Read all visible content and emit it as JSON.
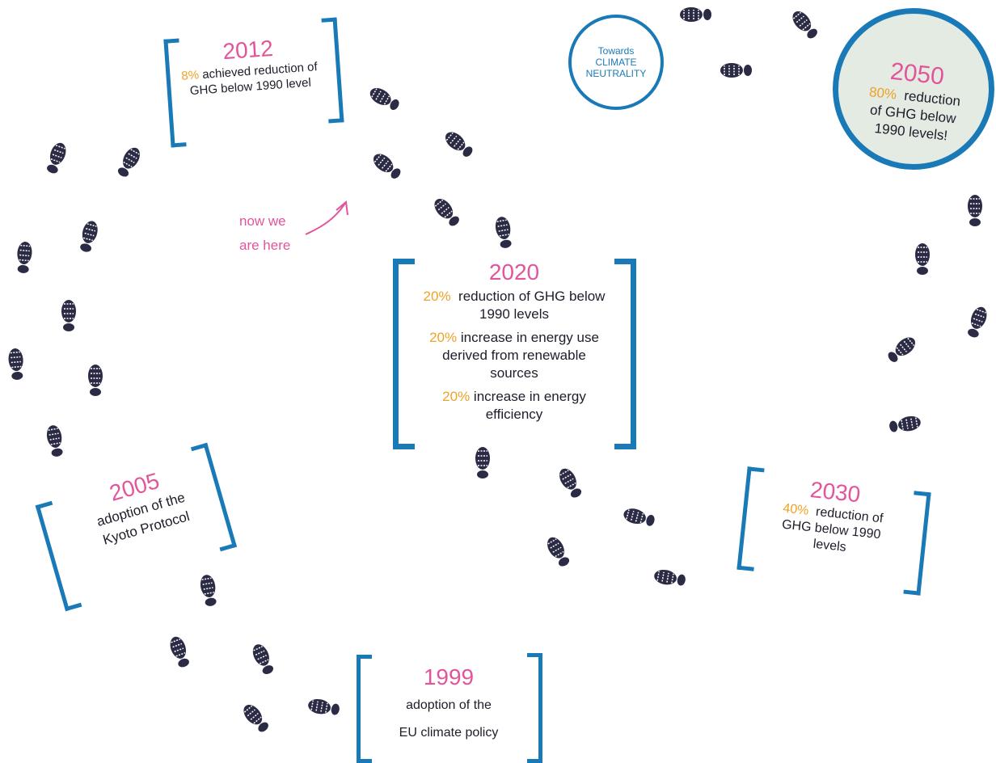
{
  "milestones": {
    "m1999": {
      "year": "1999",
      "line1": "adoption of the",
      "line2": "EU climate policy"
    },
    "m2005": {
      "year": "2005",
      "line1": "adoption of the",
      "line2": "Kyoto Protocol"
    },
    "m2012": {
      "year": "2012",
      "pct": "8%",
      "line1": "achieved reduction of",
      "line2": "GHG below 1990 level"
    },
    "m2020": {
      "year": "2020",
      "item1_pct": "20%",
      "item1_l1": "reduction of GHG below",
      "item1_l2": "1990 levels",
      "item2_pct": "20%",
      "item2_l1": "increase in energy use",
      "item2_l2": "derived from renewable",
      "item2_l3": "sources",
      "item3_pct": "20%",
      "item3_l1": "increase in energy",
      "item3_l2": "efficiency"
    },
    "m2030": {
      "year": "2030",
      "pct": "40%",
      "line1": "reduction of",
      "line2": "GHG below 1990",
      "line3": "levels"
    },
    "m2050": {
      "year": "2050",
      "pct": "80%",
      "line1": "reduction",
      "line2": "of GHG below",
      "line3": "1990 levels!"
    }
  },
  "annotations": {
    "now_line1": "now we",
    "now_line2": "are here"
  },
  "neutrality": {
    "line1": "Towards",
    "line2": "CLIMATE",
    "line3": "NEUTRALITY"
  },
  "colors": {
    "year": "#e2559a",
    "percent": "#eea226",
    "bracket": "#1a7ab8",
    "footprint": "#2b2b45",
    "goal_fill": "#e4ebe3"
  },
  "icons": {
    "footprint": "footprint-icon",
    "arrow": "curved-arrow-icon"
  }
}
